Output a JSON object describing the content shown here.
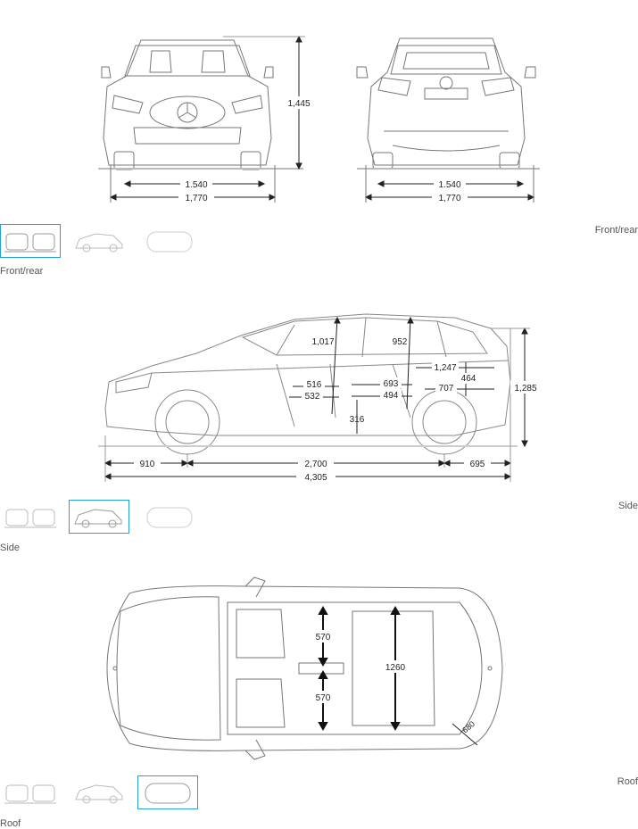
{
  "panels": [
    {
      "caption": "Front/rear",
      "label": "Front/rear",
      "dims": {
        "front_track": "1.540",
        "front_width": "1,770",
        "height": "1,445",
        "rear_track": "1.540",
        "rear_width": "1,770"
      }
    },
    {
      "caption": "Side",
      "label": "Side",
      "dims": {
        "front_overhang": "910",
        "wheelbase": "2,700",
        "rear_overhang": "695",
        "length": "4,305",
        "height": "1,285",
        "headroom_front": "1,017",
        "headroom_rear": "952",
        "d516": "516",
        "d532": "532",
        "d693": "693",
        "d494": "494",
        "d316": "316",
        "d1247": "1,247",
        "d464": "464",
        "d707": "707"
      }
    },
    {
      "caption": "Roof",
      "label": "Roof",
      "dims": {
        "seat_front": "570",
        "seat_rear": "570",
        "interior_width": "1260",
        "tailgate": "680"
      }
    }
  ],
  "thumbnails": [
    "Front/rear",
    "Side",
    "Roof"
  ],
  "colors": {
    "selected_border": "#2aa0d8",
    "line": "#555555",
    "dim": "#222222"
  }
}
